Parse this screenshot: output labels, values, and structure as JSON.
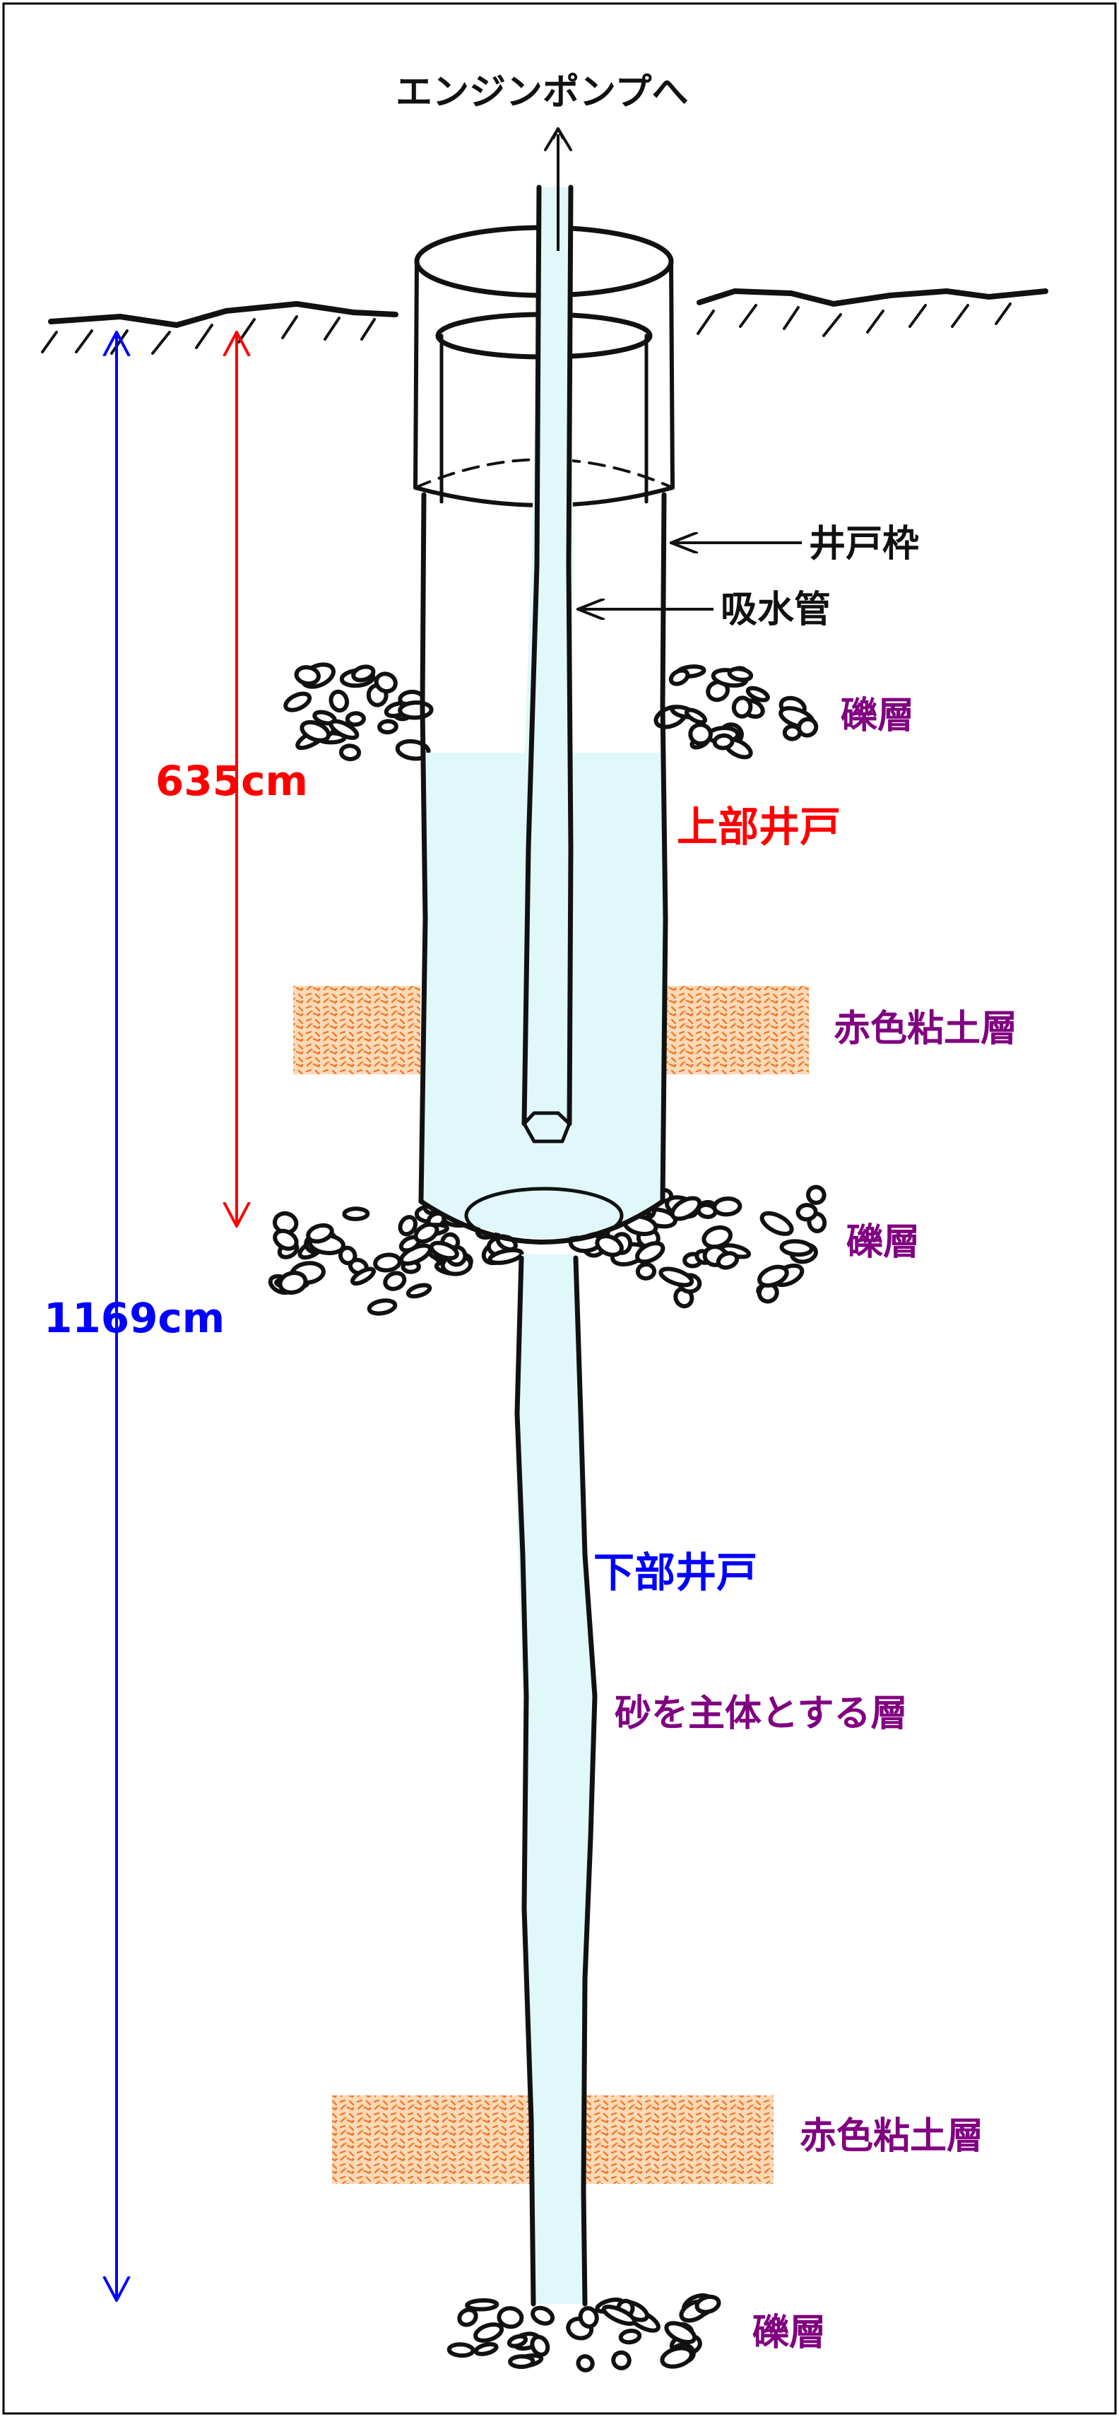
{
  "labels": {
    "engine_pump": "エンジンポンプへ",
    "well_frame": "井戸枠",
    "suction_pipe": "吸水管",
    "gravel_1": "礫層",
    "upper_well": "上部井戸",
    "red_clay_1": "赤色粘土層",
    "gravel_2": "礫層",
    "lower_well": "下部井戸",
    "sand_layer": "砂を主体とする層",
    "red_clay_2": "赤色粘土層",
    "gravel_3": "礫層"
  },
  "dimensions": {
    "upper_depth": "635cm",
    "total_depth": "1169cm"
  },
  "colors": {
    "water": "#e0f8fa",
    "clay": "#f08a2c",
    "gravel_label": "#800080",
    "upper_dimension": "#ff0000",
    "total_dimension": "#0000ff",
    "ink": "#111111"
  }
}
